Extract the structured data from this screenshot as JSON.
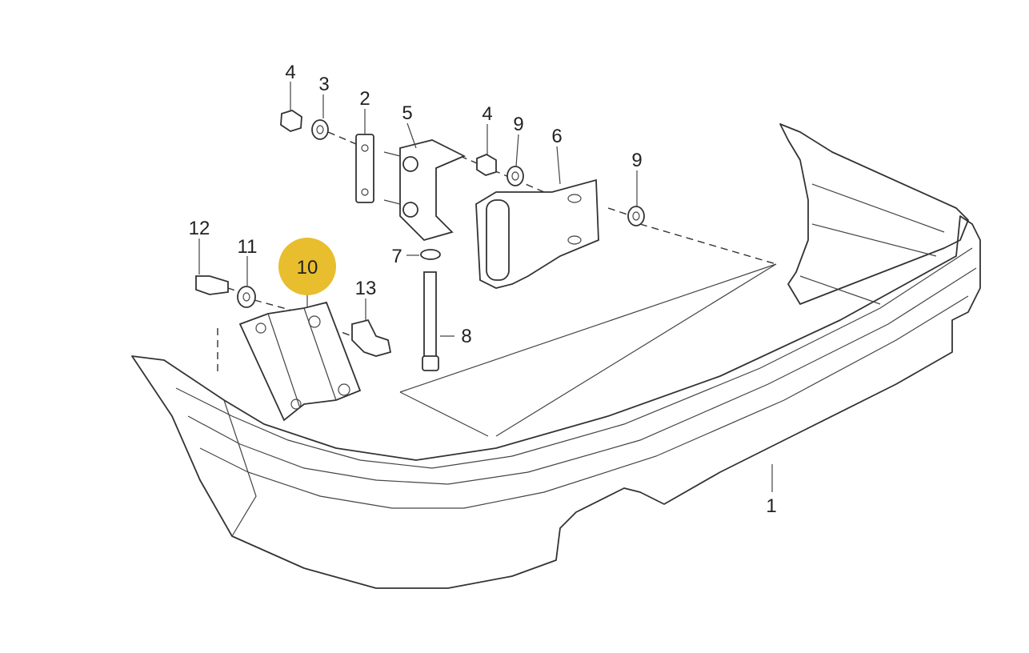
{
  "diagram": {
    "highlight_color": "#E8BE2E",
    "highlighted_part": "10",
    "labels": {
      "p4a": "4",
      "p3": "3",
      "p2": "2",
      "p5": "5",
      "p4b": "4",
      "p9a": "9",
      "p6": "6",
      "p9b": "9",
      "p12": "12",
      "p11": "11",
      "p10": "10",
      "p13": "13",
      "p7": "7",
      "p8": "8",
      "p1": "1"
    }
  }
}
